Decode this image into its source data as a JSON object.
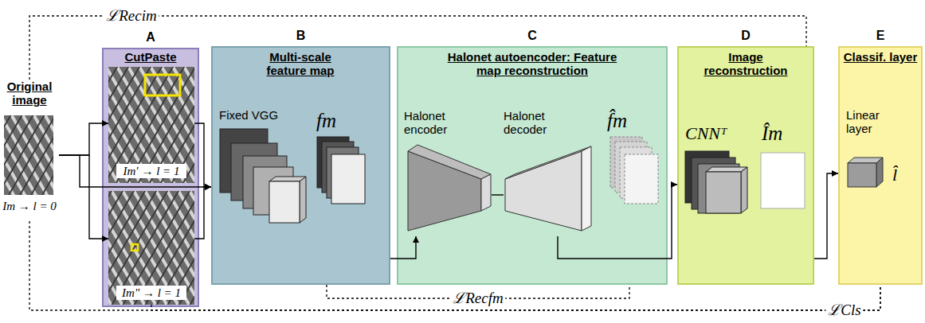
{
  "diagram": {
    "nodes": [
      {
        "text": [
          "Original image",
          "Im → l = 0"
        ]
      },
      {
        "text": [
          "A",
          "CutPaste"
        ]
      },
      {
        "text": [
          "Im′ → l = 1"
        ],
        "in": 1
      },
      {
        "text": [
          "Im″ → l = 1"
        ],
        "in": 1
      },
      {
        "text": [
          "B",
          "Multi-scale feature map",
          "Fixed VGG",
          "fm"
        ]
      },
      {
        "text": [
          "C",
          "Halonet autoencoder: Feature map reconstruction",
          "f̂m"
        ]
      },
      {
        "text": [
          "Halonet encoder"
        ],
        "in": 5
      },
      {
        "text": [
          "Halonet decoder"
        ],
        "in": 5
      },
      {
        "text": [
          "D",
          "Image reconstruction",
          "CNNᵀ",
          "Îm"
        ]
      },
      {
        "text": [
          "E",
          "Classif. layer",
          "Linear layer",
          "l̂"
        ]
      }
    ],
    "edges": [
      {
        "from": 0,
        "to": 2,
        "arrow": "to"
      },
      {
        "from": 0,
        "to": 3,
        "arrow": "to"
      },
      {
        "from": 0,
        "to": 4,
        "arrow": "to"
      },
      {
        "from": 2,
        "to": 4,
        "arrow": "to"
      },
      {
        "from": 3,
        "to": 4,
        "arrow": "to"
      },
      {
        "from": 4,
        "to": 6,
        "arrow": "to"
      },
      {
        "from": 6,
        "to": 7,
        "arrow": "none"
      },
      {
        "from": 7,
        "to": 8,
        "arrow": "to"
      },
      {
        "from": 8,
        "to": 9,
        "arrow": "to"
      },
      {
        "from": 0,
        "to": 8,
        "label": "ℒRecim",
        "arrow": "none"
      },
      {
        "from": 4,
        "to": 5,
        "label": "ℒRecfm",
        "arrow": "none"
      },
      {
        "from": 0,
        "to": 9,
        "label": "ℒCls",
        "arrow": "none"
      },
      {
        "from": 3,
        "to": 9,
        "arrow": "none"
      }
    ]
  }
}
